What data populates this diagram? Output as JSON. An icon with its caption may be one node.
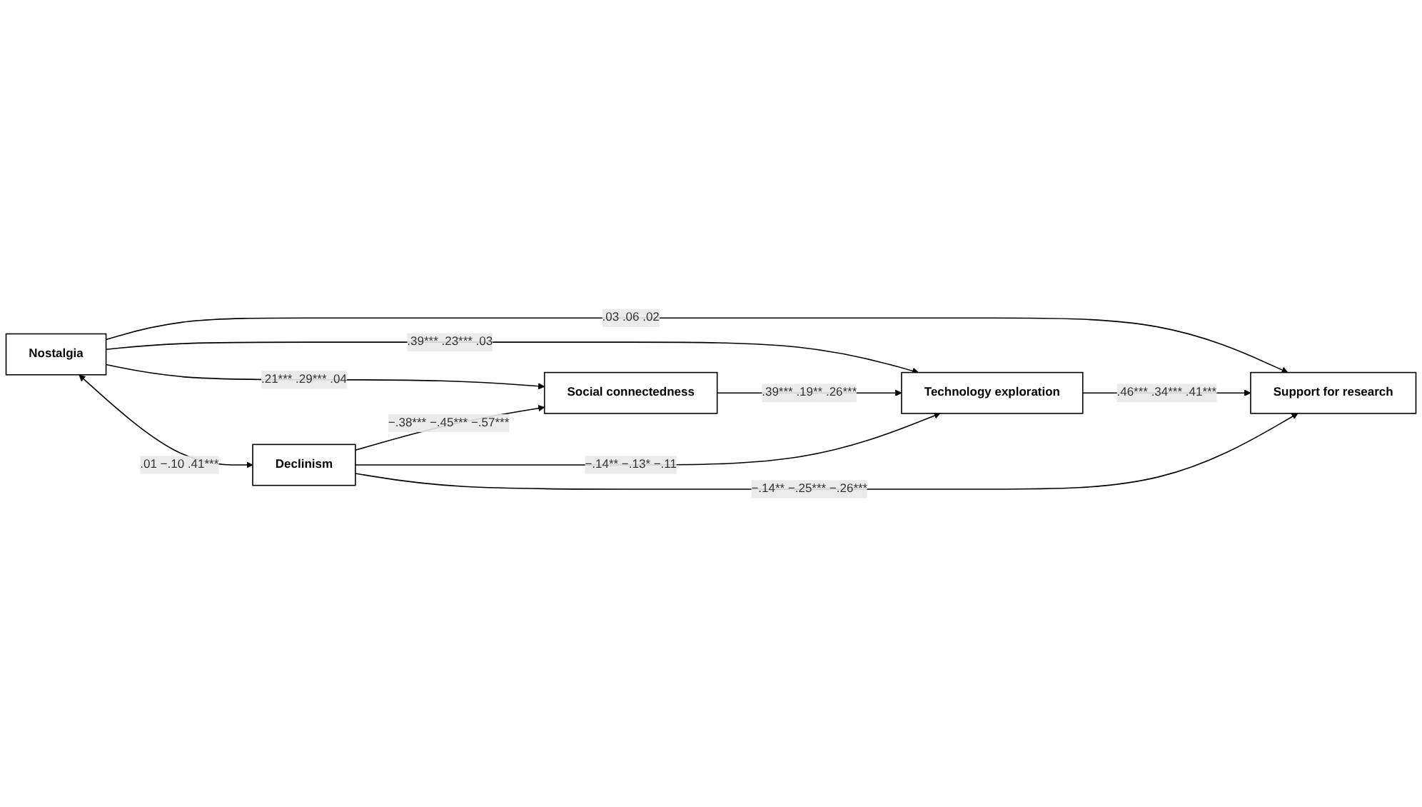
{
  "diagram": {
    "nodes": [
      {
        "text": [
          "Nostalgia"
        ]
      },
      {
        "text": [
          "Social connectedness"
        ]
      },
      {
        "text": [
          "Technology exploration"
        ]
      },
      {
        "text": [
          "Support for research"
        ]
      },
      {
        "text": [
          "Declinism"
        ]
      }
    ],
    "edges": [
      {
        "from": 0,
        "to": 4,
        "arrow": "both",
        "label": ".01 −.10 .41***"
      },
      {
        "from": 0,
        "to": 3,
        "arrow": "to",
        "label": ".03 .06 .02"
      },
      {
        "from": 0,
        "to": 1,
        "arrow": "to",
        "label": ".21*** .29*** .04"
      },
      {
        "from": 0,
        "to": 2,
        "arrow": "to",
        "label": ".39*** .23*** .03"
      },
      {
        "from": 1,
        "to": 2,
        "arrow": "to",
        "label": ".39*** .19** .26***"
      },
      {
        "from": 2,
        "to": 3,
        "arrow": "to",
        "label": ".46*** .34*** .41***"
      },
      {
        "from": 4,
        "to": 1,
        "arrow": "to",
        "label": "−.38*** −.45*** −.57***"
      },
      {
        "from": 4,
        "to": 2,
        "arrow": "to",
        "label": "−.14** −.13* −.11"
      },
      {
        "from": 4,
        "to": 3,
        "arrow": "to",
        "label": "−.14** −.25*** −.26***"
      }
    ]
  }
}
